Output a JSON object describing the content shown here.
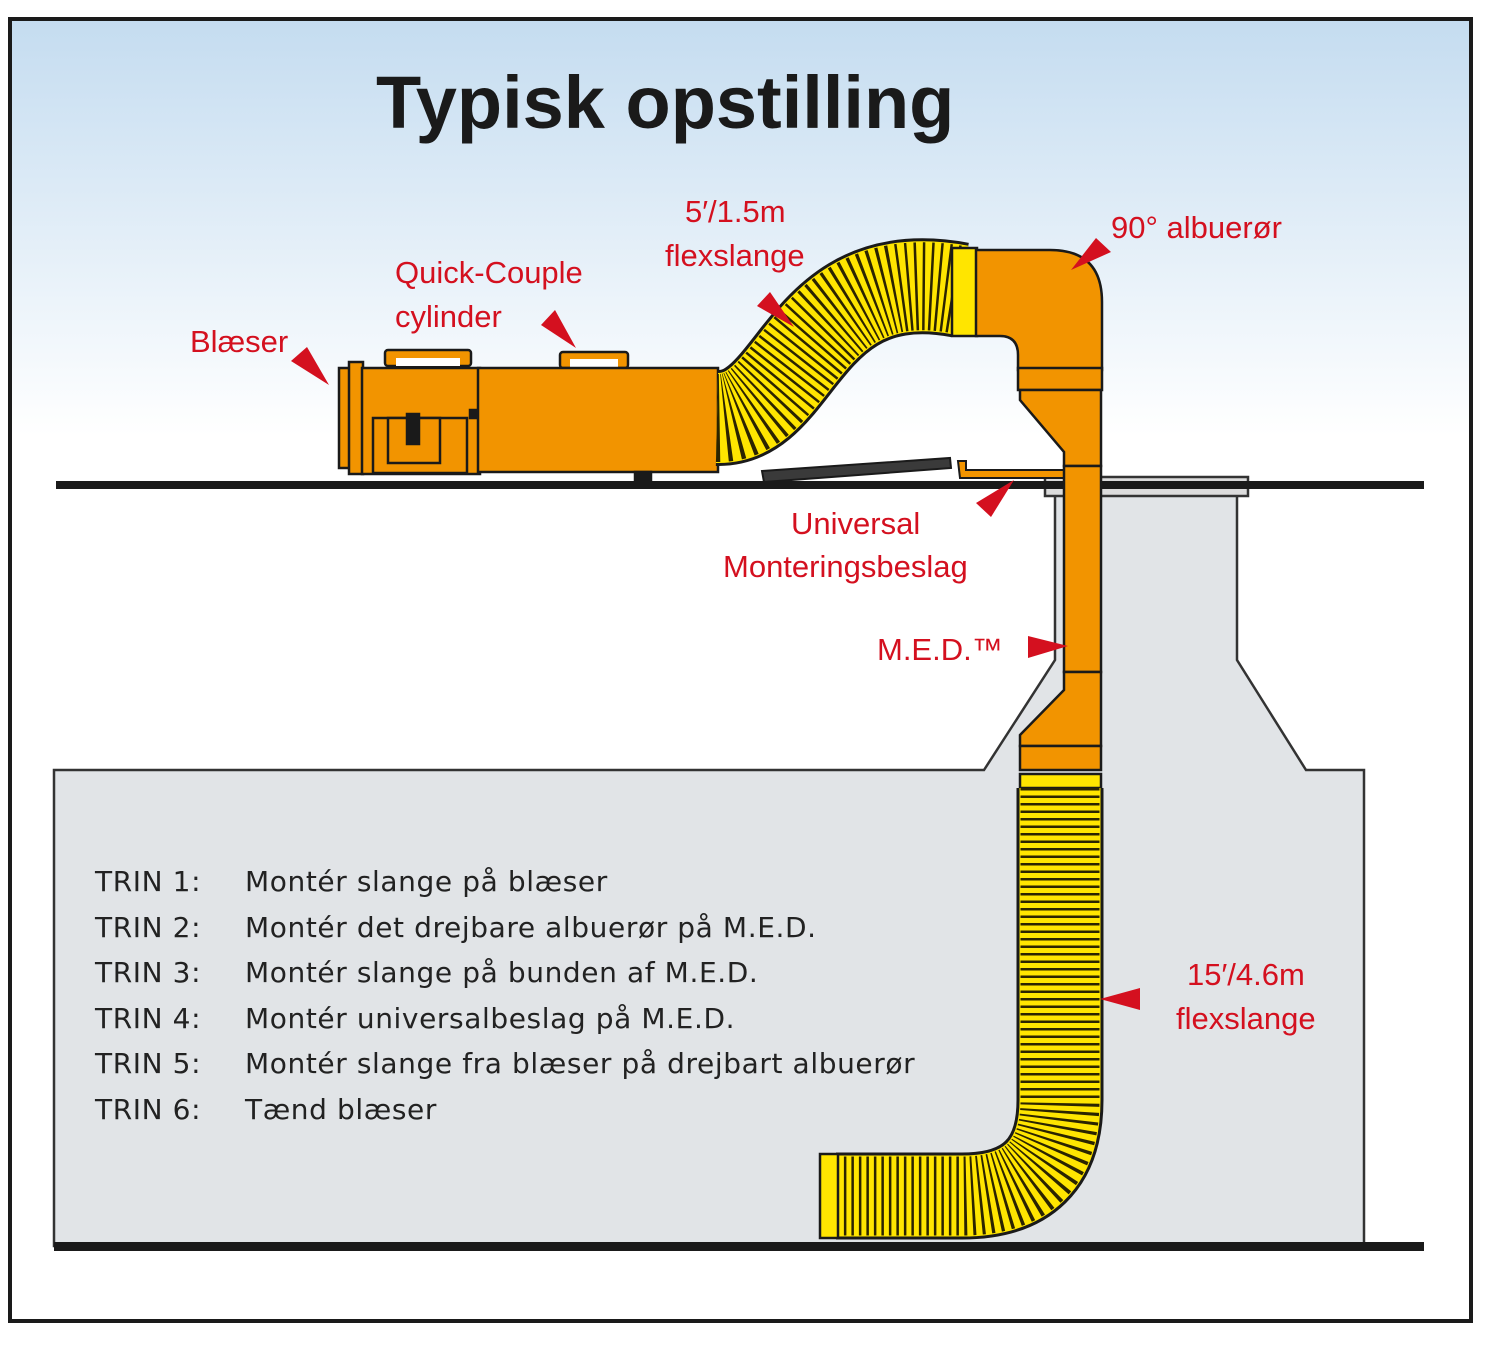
{
  "title": "Typisk opstilling",
  "colors": {
    "label_red": "#d4101f",
    "orange": "#f29400",
    "yellow": "#ffe500",
    "pit_gray": "#e1e4e7",
    "sky_top": "#c4dcf0"
  },
  "labels": {
    "blower": "Blæser",
    "quick_couple_1": "Quick-Couple",
    "quick_couple_2": "cylinder",
    "hose_short_1": "5′/1.5m",
    "hose_short_2": "flexslange",
    "elbow": "90° albuerør",
    "mount_1": "Universal",
    "mount_2": "Monteringsbeslag",
    "med": "M.E.D.™",
    "hose_long_1": "15′/4.6m",
    "hose_long_2": "flexslange"
  },
  "steps": [
    {
      "num": "TRIN 1:",
      "text": "Montér slange på blæser"
    },
    {
      "num": "TRIN 2:",
      "text": "Montér det drejbare albuerør på M.E.D."
    },
    {
      "num": "TRIN 3:",
      "text": "Montér slange på bunden af M.E.D."
    },
    {
      "num": "TRIN 4:",
      "text": "Montér universalbeslag på M.E.D."
    },
    {
      "num": "TRIN 5:",
      "text": "Montér slange fra blæser på drejbart albuerør"
    },
    {
      "num": "TRIN 6:",
      "text": "Tænd blæser"
    }
  ]
}
